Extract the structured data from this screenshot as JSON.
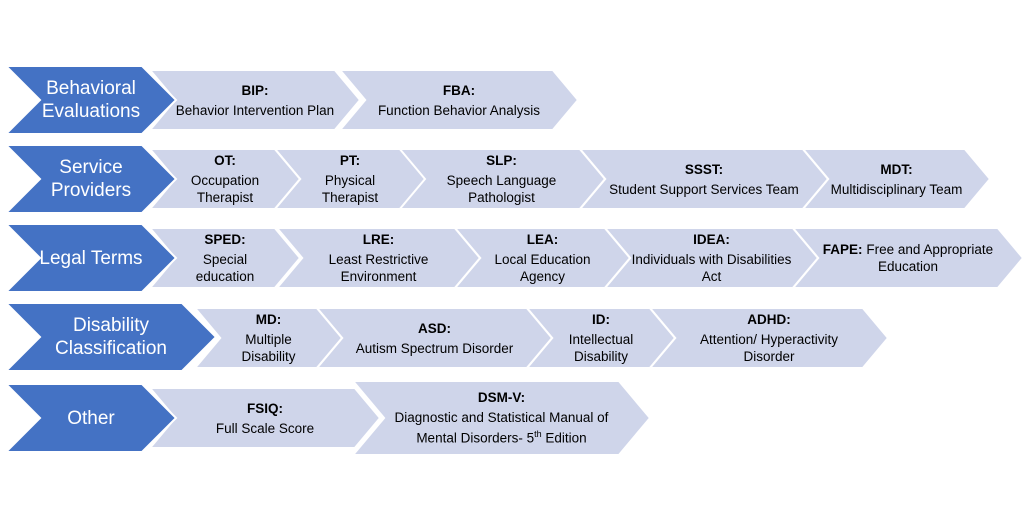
{
  "colors": {
    "category_fill": "#4472C4",
    "item_fill": "#CFD5EA",
    "category_text": "#FFFFFF",
    "item_text": "#000000"
  },
  "rows": [
    {
      "category": "Behavioral Evaluations",
      "items": [
        {
          "abbr": "BIP:",
          "text": "Behavior Intervention Plan"
        },
        {
          "abbr": "FBA:",
          "text": "Function Behavior Analysis"
        }
      ]
    },
    {
      "category": "Service Providers",
      "items": [
        {
          "abbr": "OT:",
          "text": "Occupation Therapist"
        },
        {
          "abbr": "PT:",
          "text": "Physical Therapist"
        },
        {
          "abbr": "SLP:",
          "text": "Speech Language Pathologist"
        },
        {
          "abbr": "SSST:",
          "text": "Student Support Services Team"
        },
        {
          "abbr": "MDT:",
          "text": "Multidisciplinary Team"
        }
      ]
    },
    {
      "category": "Legal Terms",
      "items": [
        {
          "abbr": "SPED:",
          "text": "Special education"
        },
        {
          "abbr": "LRE:",
          "text": "Least Restrictive Environment"
        },
        {
          "abbr": "LEA:",
          "text": "Local Education Agency"
        },
        {
          "abbr": "IDEA:",
          "text": "Individuals with Disabilities Act"
        },
        {
          "abbr": "FAPE:",
          "text": "Free and Appropriate Education",
          "inline": true
        }
      ]
    },
    {
      "category": "Disability Classification",
      "items": [
        {
          "abbr": "MD:",
          "text": "Multiple Disability"
        },
        {
          "abbr": "ASD:",
          "text": "Autism Spectrum Disorder"
        },
        {
          "abbr": "ID:",
          "text": "Intellectual Disability"
        },
        {
          "abbr": "ADHD:",
          "text": "Attention/ Hyperactivity Disorder"
        }
      ]
    },
    {
      "category": "Other",
      "items": [
        {
          "abbr": "FSIQ:",
          "text": "Full Scale Score"
        },
        {
          "abbr": "DSM-V:",
          "text": "Diagnostic and Statistical Manual of Mental Disorders- 5",
          "sup": "th",
          "text_after": " Edition"
        }
      ]
    }
  ]
}
